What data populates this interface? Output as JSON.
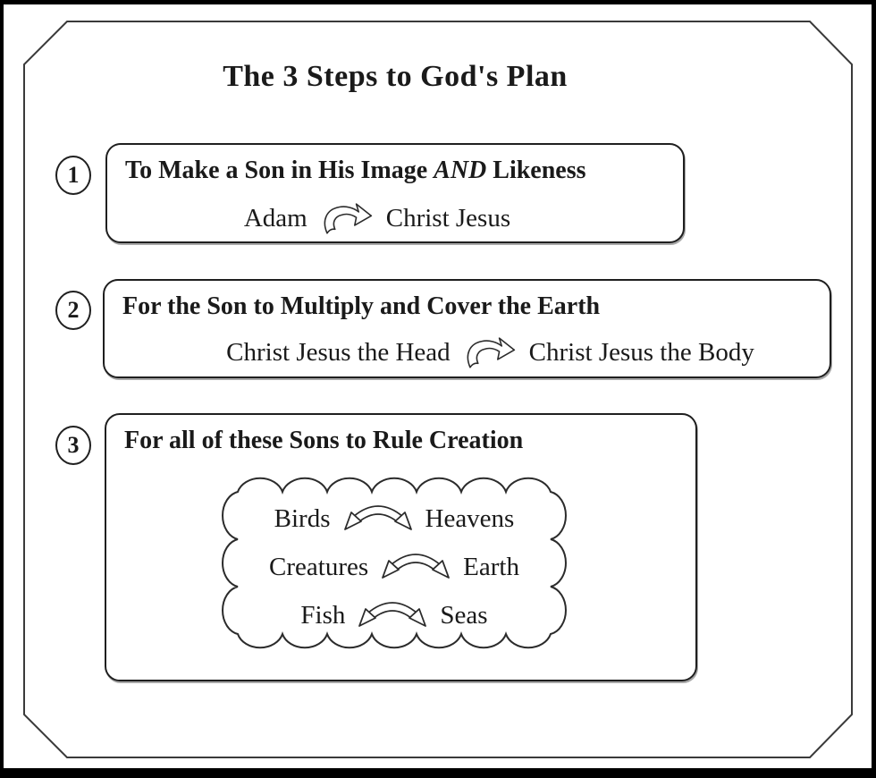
{
  "title": "The 3 Steps to God's Plan",
  "steps": [
    {
      "number": "1",
      "heading_before": "To Make a Son in His Image",
      "heading_emphasis": "AND",
      "heading_after": "Likeness",
      "flow_from": "Adam",
      "flow_to": "Christ Jesus"
    },
    {
      "number": "2",
      "heading": "For the Son to Multiply and Cover the Earth",
      "flow_from": "Christ Jesus the Head",
      "flow_to": "Christ Jesus the Body"
    },
    {
      "number": "3",
      "heading": "For all of these Sons to Rule Creation",
      "pairs": [
        {
          "left": "Birds",
          "right": "Heavens"
        },
        {
          "left": "Creatures",
          "right": "Earth"
        },
        {
          "left": "Fish",
          "right": "Seas"
        }
      ]
    }
  ],
  "colors": {
    "ink": "#1a1a1a",
    "paper": "#ffffff",
    "frame": "#000000"
  }
}
